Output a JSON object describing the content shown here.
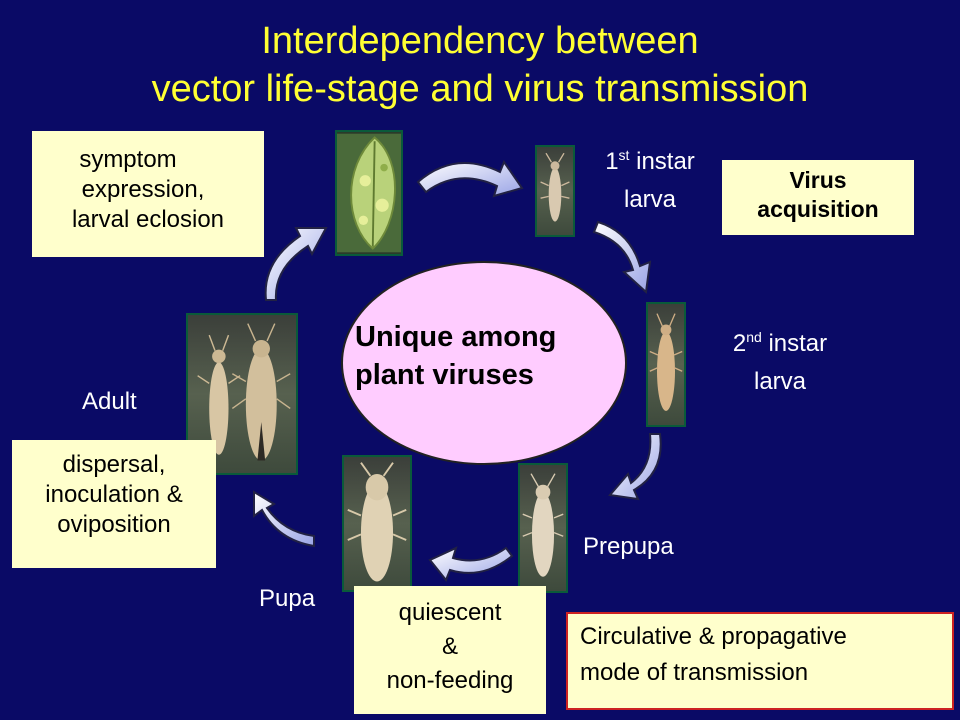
{
  "title": {
    "line1": "Interdependency between",
    "line2": "vector life-stage and virus transmission"
  },
  "center": {
    "line1": "Unique among",
    "line2": "plant viruses"
  },
  "stages": {
    "first_instar": {
      "num": "1",
      "sup": "st",
      "rest": " instar",
      "line2": "larva"
    },
    "second_instar": {
      "num": "2",
      "sup": "nd",
      "rest": " instar",
      "line2": "larva"
    },
    "prepupa": "Prepupa",
    "pupa": "Pupa",
    "adult": "Adult"
  },
  "boxes": {
    "symptom": [
      "symptom",
      "expression,",
      "larval eclosion"
    ],
    "virus_acquisition": [
      "Virus",
      "acquisition"
    ],
    "dispersal": [
      "dispersal,",
      "inoculation &",
      "oviposition"
    ],
    "quiescent": [
      "quiescent",
      "&",
      "non-feeding"
    ],
    "circulative": [
      "Circulative & propagative",
      "mode of transmission"
    ]
  },
  "colors": {
    "background": "#0a0a66",
    "title": "#ffff33",
    "box_fill": "#ffffcc",
    "ellipse_fill": "#ffccff",
    "arrow_fill": "#bcc4f0",
    "circulative_border": "#cc2222"
  }
}
